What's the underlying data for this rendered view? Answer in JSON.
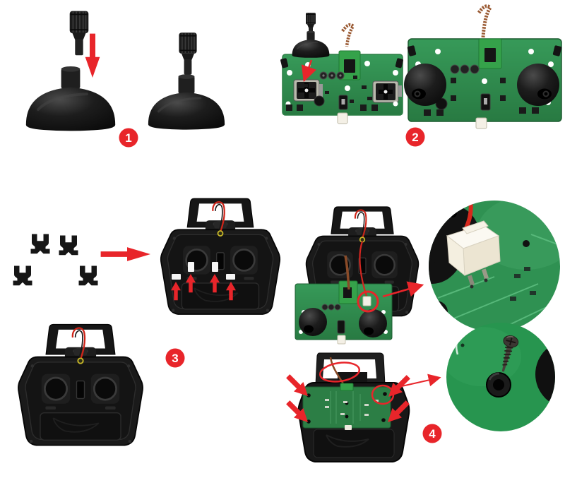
{
  "colors": {
    "background": "#ffffff",
    "accent_red": "#e8252a",
    "wire_red": "#d42620",
    "pcb_green": "#2e8b4c",
    "pcb_back_green": "#2c7e45",
    "module_green": "#35a24a",
    "magnifier_green_connector": "#2f9152",
    "magnifier_green_screw": "#27954f",
    "copper": "#9a5a33",
    "shell_black": "#1a1a1a",
    "connector_white": "#f4f0e6"
  },
  "steps": [
    {
      "number": "1"
    },
    {
      "number": "2"
    },
    {
      "number": "3"
    },
    {
      "number": "4"
    }
  ]
}
